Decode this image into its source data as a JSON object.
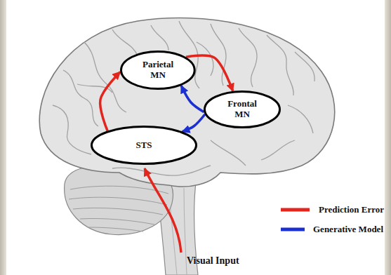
{
  "diagram": {
    "nodes": [
      {
        "text": [
          "Parietal MN"
        ]
      },
      {
        "text": [
          "Frontal MN"
        ]
      },
      {
        "text": [
          "STS"
        ]
      }
    ],
    "edges": [
      {
        "from": 2,
        "to": 0,
        "arrow": "to"
      },
      {
        "from": 0,
        "to": 1,
        "arrow": "to"
      },
      {
        "from": 1,
        "to": 0,
        "arrow": "to"
      },
      {
        "from": 1,
        "to": 2,
        "arrow": "to"
      }
    ],
    "labels": [
      "Visual Input"
    ],
    "legend": [
      {
        "text": "Prediction Error"
      },
      {
        "text": "Generative Model"
      }
    ]
  }
}
